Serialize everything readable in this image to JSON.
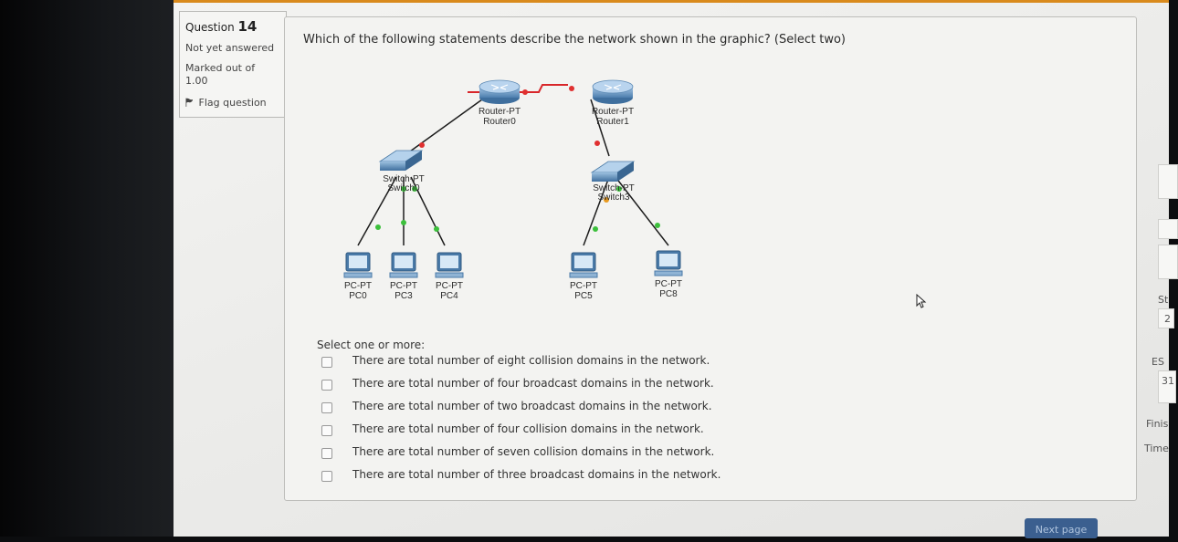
{
  "quiz": {
    "question_label": "Question",
    "question_number": "14",
    "state": "Not yet answered",
    "marked_out_of": "Marked out of",
    "marks": "1.00",
    "flag_label": "Flag question",
    "question_text": "Which of the following statements describe the network shown in the graphic? (Select two)",
    "prompt": "Select one or more:",
    "options": [
      "There are total number of eight collision domains in the network.",
      "There are total number of four broadcast domains in the network.",
      "There are total number of two broadcast domains in the network.",
      "There are total number of four collision domains in the network.",
      "There are total number of seven collision domains in the network.",
      "There are total number of three broadcast domains in the network."
    ],
    "next_button": "Next page"
  },
  "network": {
    "routers": [
      {
        "type": "Router-PT",
        "name": "Router0"
      },
      {
        "type": "Router-PT",
        "name": "Router1"
      }
    ],
    "switches": [
      {
        "type": "Switch-PT",
        "name": "Switch0"
      },
      {
        "type": "Switch-PT",
        "name": "Switch3"
      }
    ],
    "pcs": [
      {
        "type": "PC-PT",
        "name": "PC0"
      },
      {
        "type": "PC-PT",
        "name": "PC3"
      },
      {
        "type": "PC-PT",
        "name": "PC4"
      },
      {
        "type": "PC-PT",
        "name": "PC5"
      },
      {
        "type": "PC-PT",
        "name": "PC8"
      }
    ],
    "link_colors": {
      "ok": "#3cc03c",
      "down": "#e03030",
      "wire": "#1c1c1c",
      "serial": "#d8262a"
    }
  },
  "side_panel": {
    "items": [
      "St",
      "2",
      "ES",
      "31",
      "Finis",
      "Time"
    ]
  }
}
